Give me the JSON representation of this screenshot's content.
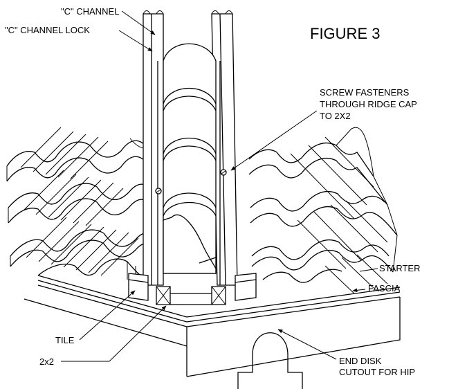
{
  "figure": {
    "title": "FIGURE 3",
    "labels": {
      "c_channel": "\"C\" CHANNEL",
      "c_channel_lock": "\"C\" CHANNEL LOCK",
      "screw_line1": "SCREW FASTENERS",
      "screw_line2": "THROUGH RIDGE CAP",
      "screw_line3": "TO 2X2",
      "starter": "STARTER",
      "fascia": "FASCIA",
      "tile": "TILE",
      "two_by_two": "2x2",
      "end_disk_line1": "END DISK",
      "end_disk_line2": "CUTOUT FOR HIP"
    }
  }
}
